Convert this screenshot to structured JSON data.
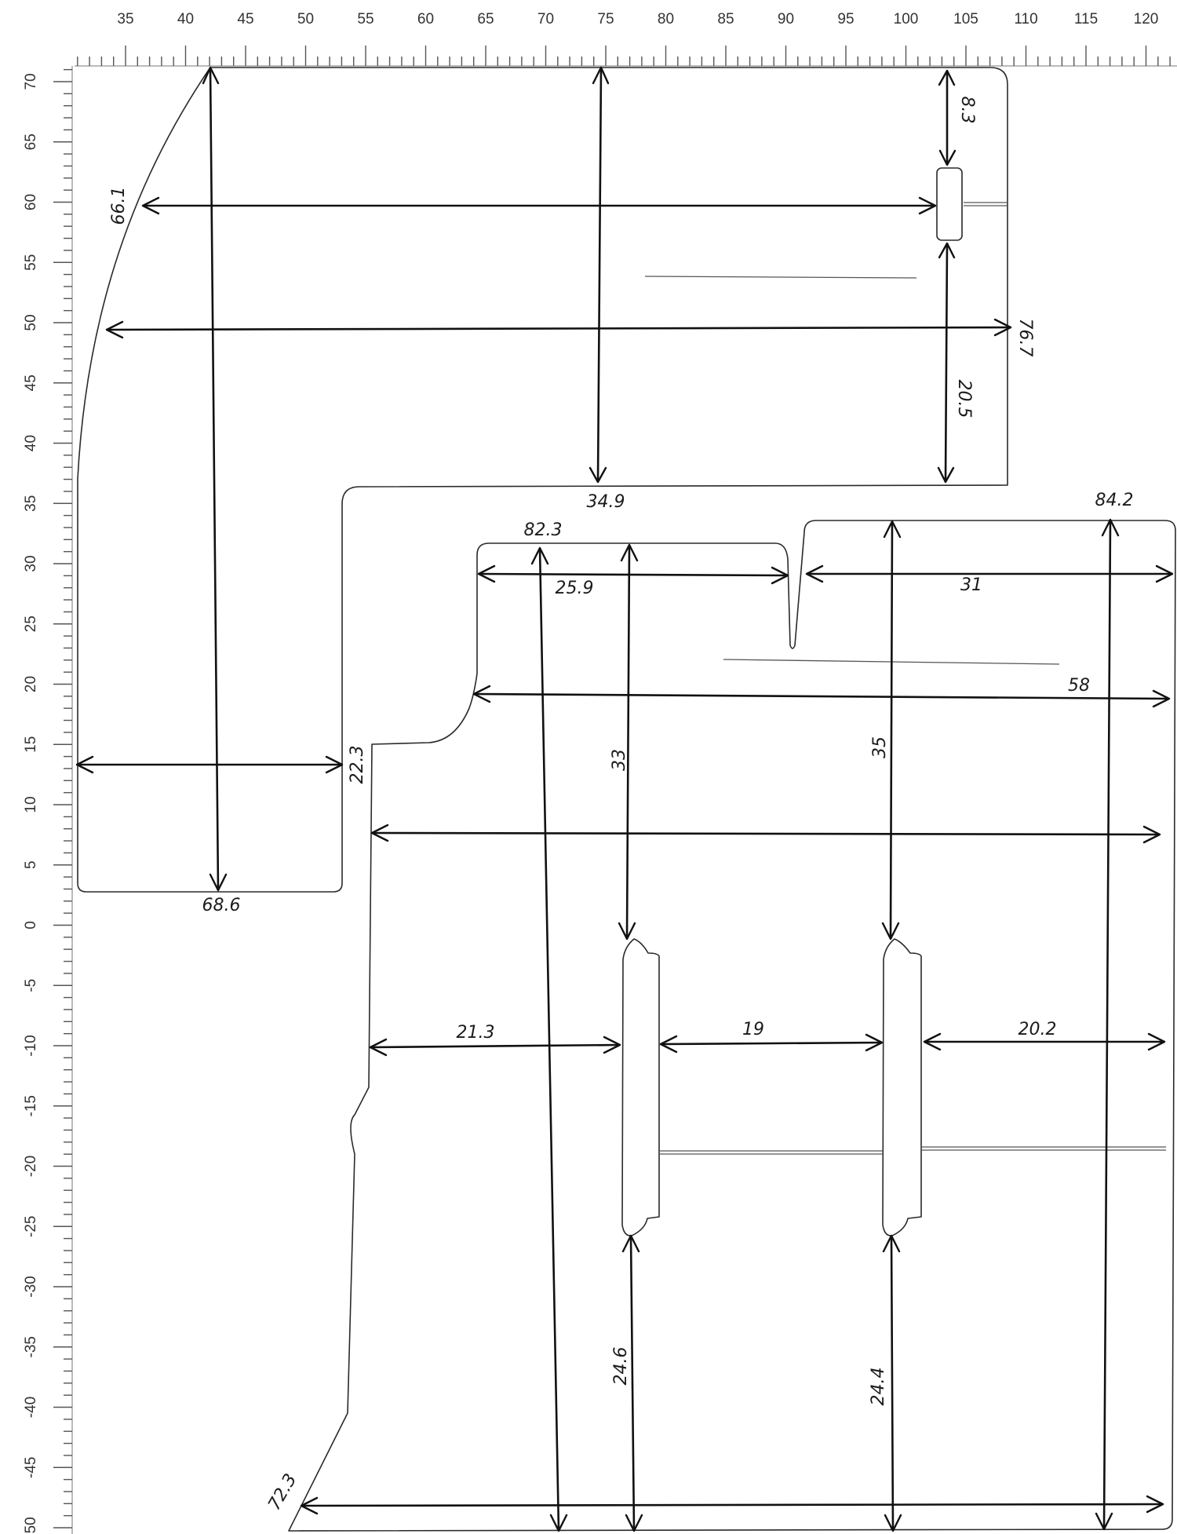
{
  "top_ruler": {
    "labels": [
      "35",
      "40",
      "45",
      "50",
      "55",
      "60",
      "65",
      "70",
      "75",
      "80",
      "85",
      "90",
      "95",
      "100",
      "105",
      "110",
      "115",
      "120"
    ]
  },
  "left_ruler": {
    "labels": [
      "70",
      "65",
      "60",
      "55",
      "50",
      "45",
      "40",
      "35",
      "30",
      "25",
      "20",
      "15",
      "10",
      "5",
      "0",
      "-5",
      "-10",
      "-15",
      "-20",
      "-25",
      "-30",
      "-35",
      "-40",
      "-45",
      "-50"
    ]
  },
  "measurements": {
    "m_66_1": "66.1",
    "m_8_3": "8.3",
    "m_76_7": "76.7",
    "m_20_5": "20.5",
    "m_34_9": "34.9",
    "m_68_6": "68.6",
    "m_22_3": "22.3",
    "m_82_3": "82.3",
    "m_25_9": "25.9",
    "m_84_2": "84.2",
    "m_31": "31",
    "m_58": "58",
    "m_33": "33",
    "m_35": "35",
    "m_21_3": "21.3",
    "m_19": "19",
    "m_20_2": "20.2",
    "m_24_6": "24.6",
    "m_24_4": "24.4",
    "m_72_3": "72.3"
  }
}
